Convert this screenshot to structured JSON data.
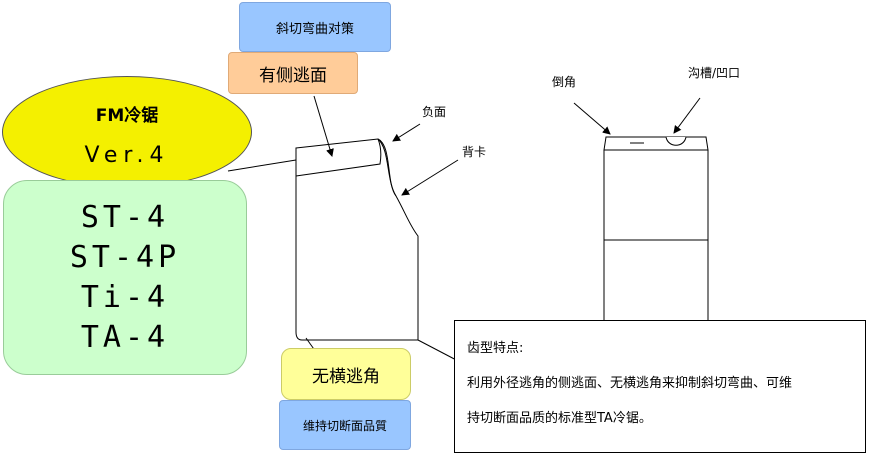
{
  "labels": {
    "slant_cut_bend": "斜切弯曲对策",
    "side_relief": "有侧逃面",
    "no_horizontal_relief": "无横逃角",
    "maintain_quality": "维持切断面品質",
    "negative_face": "负面",
    "back_clamp": "背卡",
    "chamfer": "倒角",
    "groove": "沟槽/凹口"
  },
  "product": {
    "name": "FM冷锯",
    "version": "Ver.4"
  },
  "models": [
    "ST-4",
    "ST-4P",
    "Ti-4",
    "TA-4"
  ],
  "feature": {
    "title": "齿型特点:",
    "line1": "利用外径逃角的侧逃面、无横逃角来抑制斜切弯曲、可维",
    "line2": "持切断面品质的标准型TA冷锯。"
  },
  "colors": {
    "ellipse": "#f4f000",
    "green_box": "#ccffcc",
    "blue_box": "#99c6ff",
    "orange_box": "#ffcc99",
    "yellow_box": "#ffff99"
  }
}
